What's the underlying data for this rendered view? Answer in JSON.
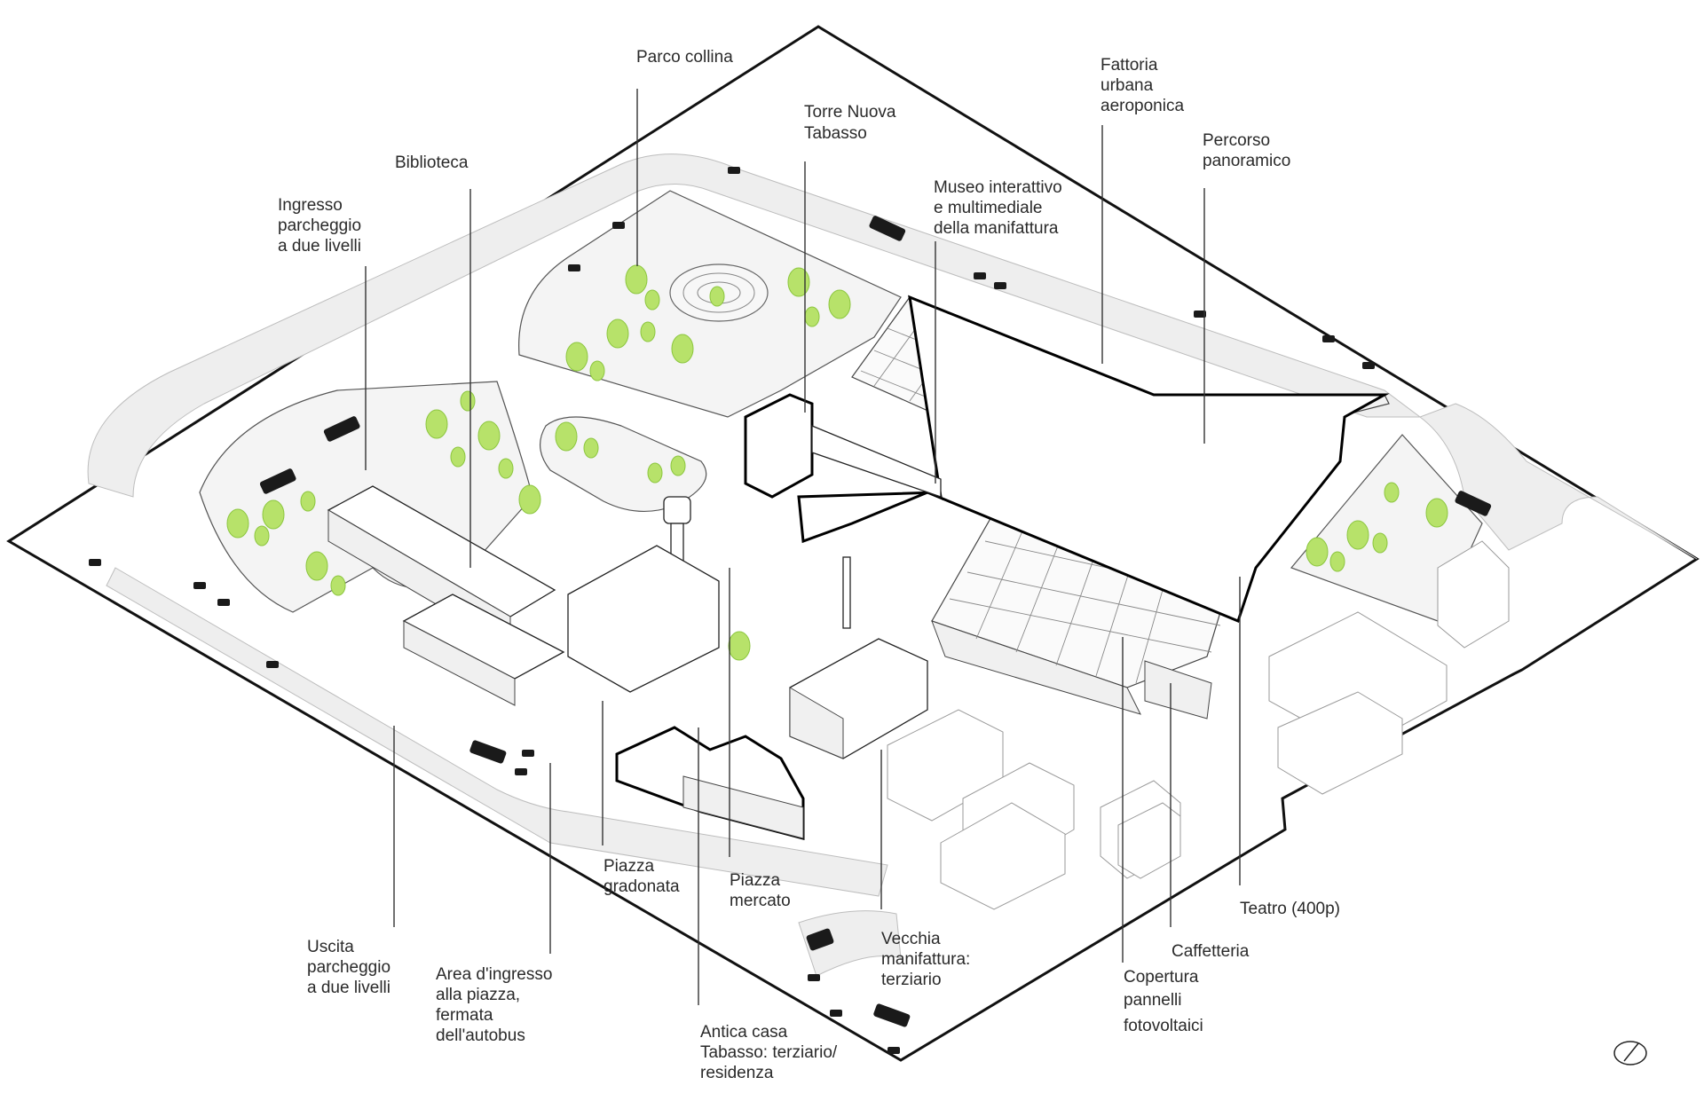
{
  "labels": {
    "parco_collina": "Parco collina",
    "fattoria_l1": "Fattoria",
    "fattoria_l2": "urbana",
    "fattoria_l3": "aeroponica",
    "torre_l1": "Torre Nuova",
    "torre_l2": "Tabasso",
    "percorso_l1": "Percorso",
    "percorso_l2": "panoramico",
    "biblioteca": "Biblioteca",
    "museo_l1": "Museo interattivo",
    "museo_l2": "e multimediale",
    "museo_l3": "della manifattura",
    "ingresso_l1": "Ingresso",
    "ingresso_l2": "parcheggio",
    "ingresso_l3": "a due livelli",
    "piazza_grad_l1": "Piazza",
    "piazza_grad_l2": "gradonata",
    "piazza_merc_l1": "Piazza",
    "piazza_merc_l2": "mercato",
    "teatro": "Teatro (400p)",
    "uscita_l1": "Uscita",
    "uscita_l2": "parcheggio",
    "uscita_l3": "a due livelli",
    "area_l1": "Area d'ingresso",
    "area_l2": "alla piazza,",
    "area_l3": "fermata",
    "area_l4": "dell'autobus",
    "vecchia_l1": "Vecchia",
    "vecchia_l2": "manifattura:",
    "vecchia_l3": "terziario",
    "caffetteria": "Caffetteria",
    "copertura_l1": "Copertura",
    "copertura_l2": "pannelli",
    "copertura_l3": "fotovoltaici",
    "antica_l1": "Antica casa",
    "antica_l2": "Tabasso: terziario/",
    "antica_l3": "residenza"
  },
  "colors": {
    "tree_green": "#b7e26a",
    "tree_stroke": "#8cc63f",
    "outline": "#111111",
    "road": "#eeeeee"
  },
  "icons": {
    "north_arrow": "north-arrow-icon"
  }
}
